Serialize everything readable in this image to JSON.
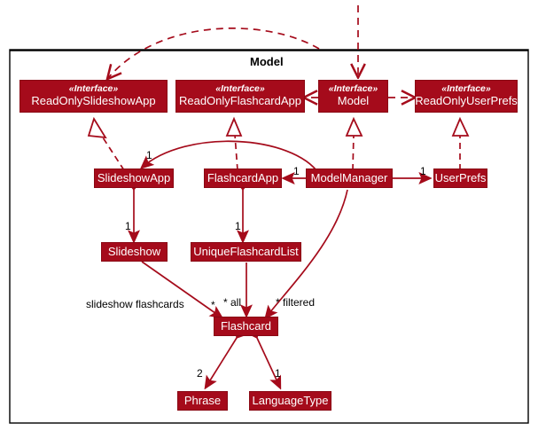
{
  "diagram": {
    "type": "uml-class-diagram",
    "frame_title": "Model",
    "accent_color": "#A50B1B",
    "text_color": "#FFFFFF",
    "label_color": "#000000",
    "background": "#FFFFFF"
  },
  "classes": [
    {
      "id": "ReadOnlySlideshowApp",
      "stereotype": "«Interface»",
      "name": "ReadOnlySlideshowApp",
      "kind": "interface"
    },
    {
      "id": "ReadOnlyFlashcardApp",
      "stereotype": "«Interface»",
      "name": "ReadOnlyFlashcardApp",
      "kind": "interface"
    },
    {
      "id": "Model",
      "stereotype": "«Interface»",
      "name": "Model",
      "kind": "interface"
    },
    {
      "id": "ReadOnlyUserPrefs",
      "stereotype": "«Interface»",
      "name": "ReadOnlyUserPrefs",
      "kind": "interface"
    },
    {
      "id": "SlideshowApp",
      "stereotype": "",
      "name": "SlideshowApp",
      "kind": "class"
    },
    {
      "id": "FlashcardApp",
      "stereotype": "",
      "name": "FlashcardApp",
      "kind": "class"
    },
    {
      "id": "ModelManager",
      "stereotype": "",
      "name": "ModelManager",
      "kind": "class"
    },
    {
      "id": "UserPrefs",
      "stereotype": "",
      "name": "UserPrefs",
      "kind": "class"
    },
    {
      "id": "Slideshow",
      "stereotype": "",
      "name": "Slideshow",
      "kind": "class"
    },
    {
      "id": "UniqueFlashcardList",
      "stereotype": "",
      "name": "UniqueFlashcardList",
      "kind": "class"
    },
    {
      "id": "Flashcard",
      "stereotype": "",
      "name": "Flashcard",
      "kind": "class"
    },
    {
      "id": "Phrase",
      "stereotype": "",
      "name": "Phrase",
      "kind": "class"
    },
    {
      "id": "LanguageType",
      "stereotype": "",
      "name": "LanguageType",
      "kind": "class"
    }
  ],
  "labels": {
    "slideshow_flashcards": "slideshow flashcards",
    "slideshow_flashcards_mult": "*",
    "all": "* all",
    "filtered": "* filtered",
    "one_a": "1",
    "one_b": "1",
    "one_c": "1",
    "one_d": "1",
    "one_e": "1",
    "one_f": "1",
    "two": "2"
  },
  "relationships": [
    {
      "from": "SlideshowApp",
      "to": "ReadOnlySlideshowApp",
      "type": "realization"
    },
    {
      "from": "FlashcardApp",
      "to": "ReadOnlyFlashcardApp",
      "type": "realization"
    },
    {
      "from": "ModelManager",
      "to": "Model",
      "type": "realization"
    },
    {
      "from": "UserPrefs",
      "to": "ReadOnlyUserPrefs",
      "type": "realization"
    },
    {
      "from": "Model",
      "to": "ReadOnlyFlashcardApp",
      "type": "dependency"
    },
    {
      "from": "Model",
      "to": "ReadOnlyUserPrefs",
      "type": "dependency"
    },
    {
      "from": "ModelManager",
      "to": "SlideshowApp",
      "type": "association",
      "multiplicity": "1"
    },
    {
      "from": "ModelManager",
      "to": "FlashcardApp",
      "type": "association",
      "multiplicity": "1"
    },
    {
      "from": "ModelManager",
      "to": "UserPrefs",
      "type": "association",
      "multiplicity": "1"
    },
    {
      "from": "SlideshowApp",
      "to": "Slideshow",
      "type": "composition",
      "multiplicity": "1"
    },
    {
      "from": "FlashcardApp",
      "to": "UniqueFlashcardList",
      "type": "composition",
      "multiplicity": "1"
    },
    {
      "from": "Slideshow",
      "to": "Flashcard",
      "type": "association",
      "multiplicity": "*",
      "label": "slideshow flashcards"
    },
    {
      "from": "UniqueFlashcardList",
      "to": "Flashcard",
      "type": "association",
      "multiplicity": "* all"
    },
    {
      "from": "ModelManager",
      "to": "Flashcard",
      "type": "association",
      "multiplicity": "* filtered"
    },
    {
      "from": "Flashcard",
      "to": "Phrase",
      "type": "composition",
      "multiplicity": "2"
    },
    {
      "from": "Flashcard",
      "to": "LanguageType",
      "type": "composition",
      "multiplicity": "1"
    }
  ]
}
